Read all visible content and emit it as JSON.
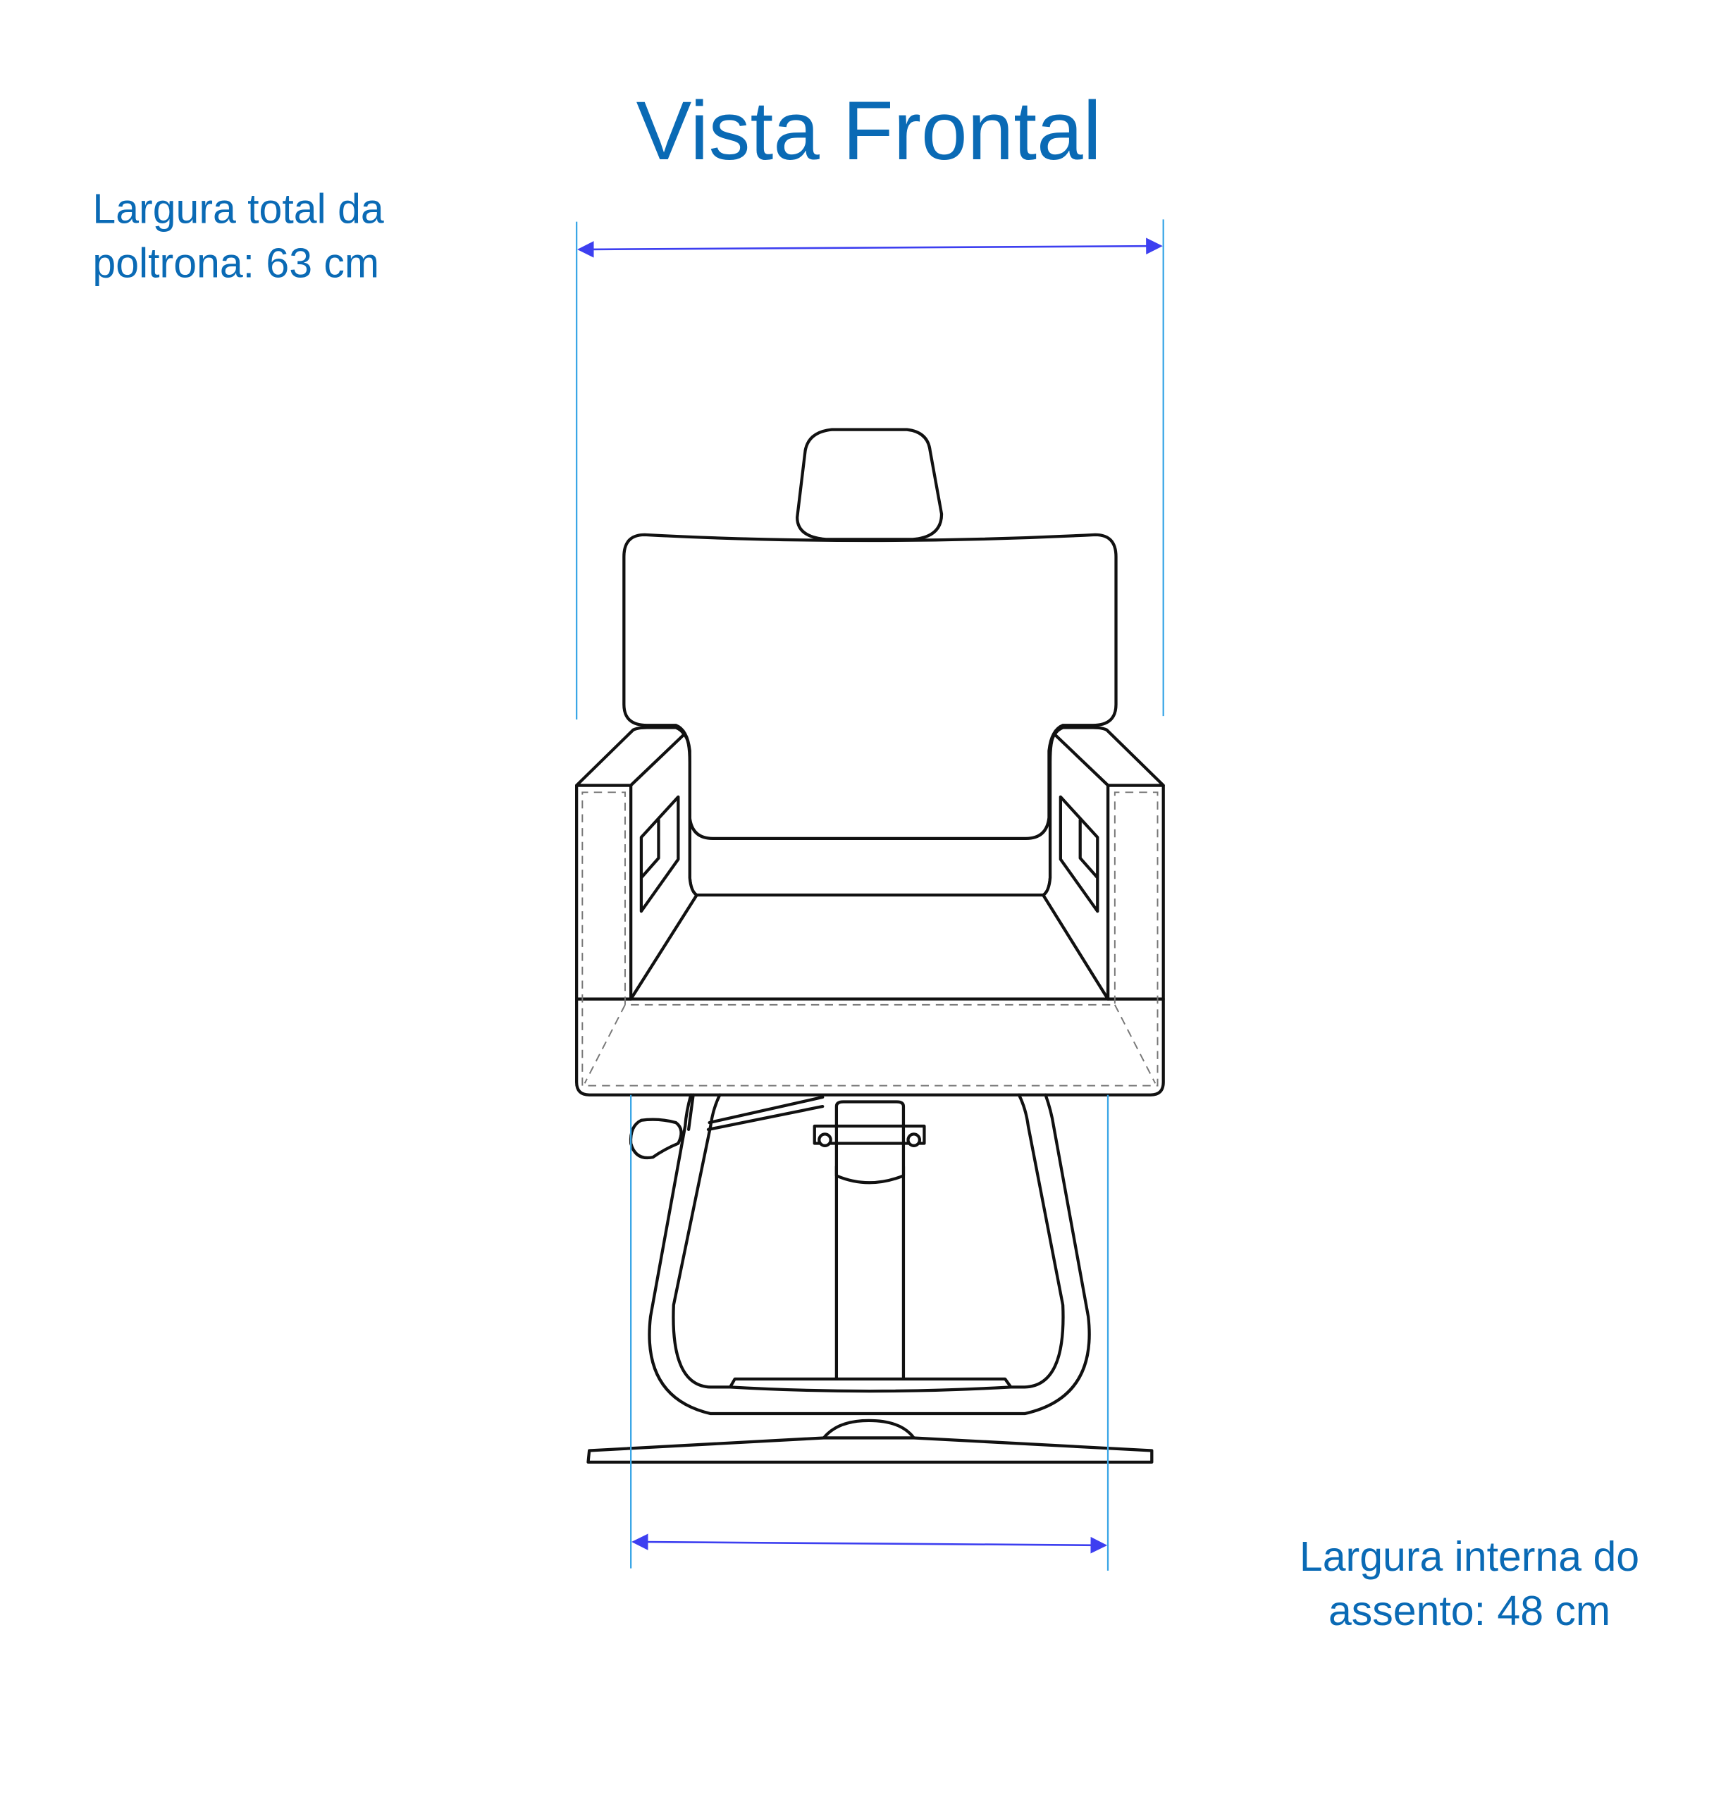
{
  "title": "Vista Frontal",
  "dimensions": {
    "total_width": {
      "line1": "Largura total da",
      "line2": "poltrona: 63 cm"
    },
    "seat_inner_width": {
      "line1": "Largura interna do",
      "line2": "assento: 48 cm"
    }
  },
  "colors": {
    "text": "#0a6ab5",
    "extension_line": "#3aa6e6",
    "dimension_arrow": "#3d3ff0",
    "drawing": "#111111"
  }
}
